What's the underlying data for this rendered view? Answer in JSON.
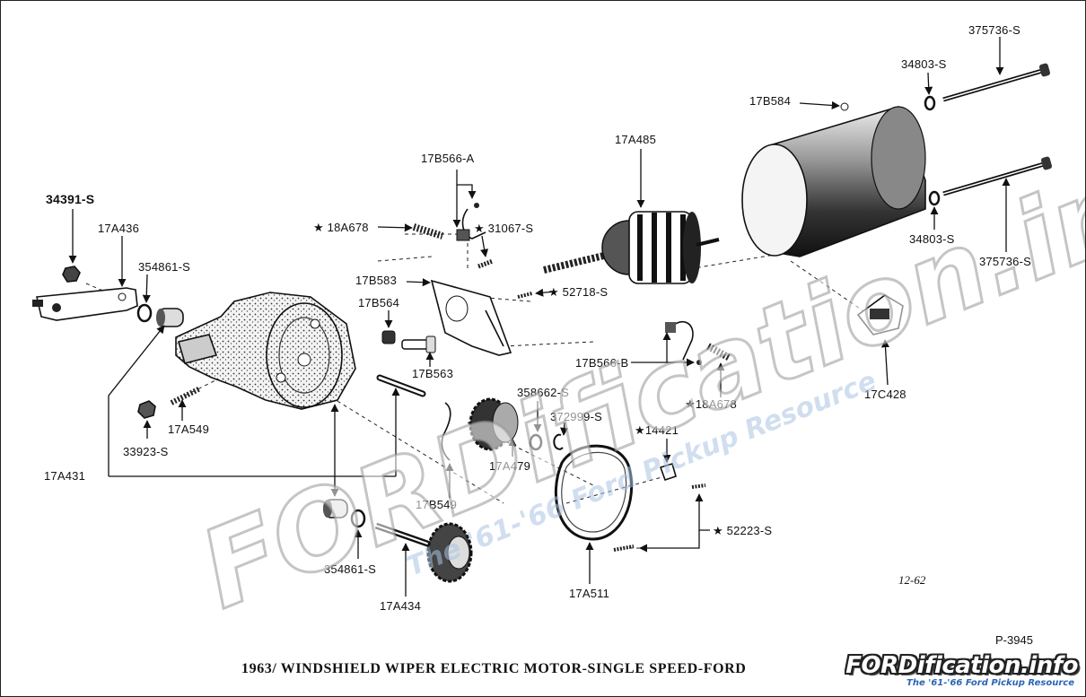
{
  "caption": "1963/  WINDSHIELD WIPER ELECTRIC MOTOR-SINGLE SPEED-FORD",
  "drawing_number": "P-3945",
  "date_code": "12-62",
  "watermark": {
    "main": "FORDification.info",
    "tagline": "The '61-'66 Ford Pickup Resource"
  },
  "logo": {
    "main": "FORDification.info",
    "tagline": "The '61-'66 Ford Pickup Resource"
  },
  "labels": {
    "l34391s": "34391-S",
    "l17a436": "17A436",
    "l354861s_a": "354861-S",
    "l33923s": "33923-S",
    "l17a549": "17A549",
    "l17a431": "17A431",
    "l18a678_a": "★ 18A678",
    "l17b566a": "17B566-A",
    "l31067s": "★ 31067-S",
    "l17b583": "17B583",
    "l17b564": "17B564",
    "l17b563": "17B563",
    "l17a485": "17A485",
    "l52718s": "★ 52718-S",
    "l17b584": "17B584",
    "l34803s_a": "34803-S",
    "l375736s_a": "375736-S",
    "l34803s_b": "34803-S",
    "l375736s_b": "375736-S",
    "l17c428": "17C428",
    "l17b566b": "17B566-B",
    "l18a678_b": "★18A678",
    "l358662s": "358662-S",
    "l372999s": "372999-S",
    "l17a479": "17A479",
    "l14421": "★14421",
    "l17b549": "17B549",
    "l354861s_b": "354861-S",
    "l17a434": "17A434",
    "l17a511": "17A511",
    "l52223s": "★ 52223-S"
  }
}
